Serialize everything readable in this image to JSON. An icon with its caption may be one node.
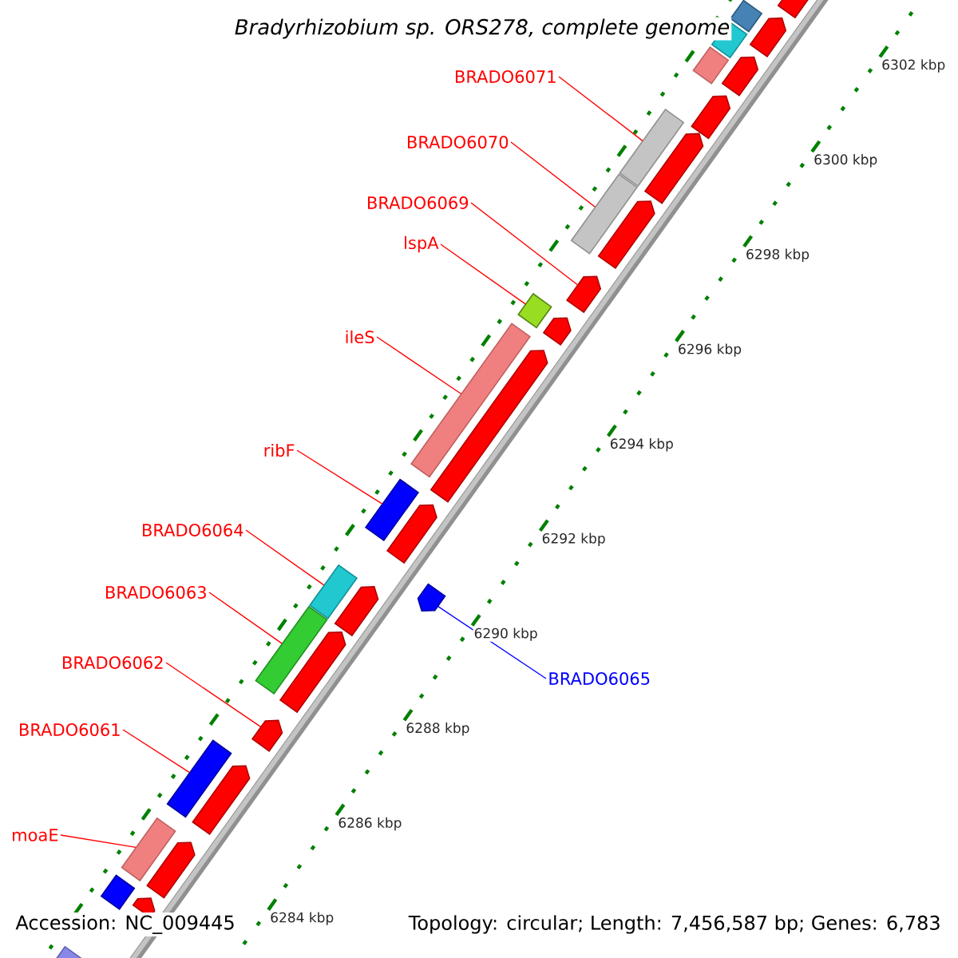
{
  "diagram": {
    "title": "Bradyrhizobium sp. ORS278, complete genome",
    "nodes": [
      {
        "text": [
          "BRADO6071"
        ]
      },
      {
        "text": [
          "BRADO6070"
        ]
      },
      {
        "text": [
          "BRADO6069"
        ]
      },
      {
        "text": [
          "lspA"
        ]
      },
      {
        "text": [
          "ileS"
        ]
      },
      {
        "text": [
          "ribF"
        ]
      },
      {
        "text": [
          "BRADO6064"
        ]
      },
      {
        "text": [
          "BRADO6063"
        ]
      },
      {
        "text": [
          "BRADO6062"
        ]
      },
      {
        "text": [
          "BRADO6065"
        ]
      },
      {
        "text": [
          "BRADO6061"
        ]
      },
      {
        "text": [
          "moaE"
        ]
      },
      {
        "text": [],
        "shape": "bar"
      },
      {
        "text": [],
        "shape": "bar"
      },
      {
        "text": [],
        "shape": "pentagon"
      },
      {
        "text": [],
        "shape": "bar"
      },
      {
        "text": [],
        "shape": "bar"
      },
      {
        "text": [],
        "shape": "bar"
      },
      {
        "text": [],
        "shape": "bar"
      },
      {
        "text": [],
        "shape": "bar"
      },
      {
        "text": [],
        "shape": "pentagon"
      },
      {
        "text": [],
        "shape": "pentagon"
      },
      {
        "text": [],
        "shape": "bar"
      },
      {
        "text": [],
        "shape": "bar"
      },
      {
        "text": [],
        "shape": "pentagon"
      },
      {
        "text": [],
        "shape": "bar"
      },
      {
        "text": [],
        "shape": "pentagon"
      },
      {
        "text": [],
        "shape": "bar"
      },
      {
        "text": [],
        "shape": "pentagon"
      },
      {
        "text": [],
        "shape": "bar"
      },
      {
        "text": [],
        "shape": "pentagon"
      },
      {
        "text": [],
        "shape": "pentagon"
      },
      {
        "text": [],
        "shape": "pentagon"
      },
      {
        "text": [],
        "shape": "pentagon"
      },
      {
        "text": [],
        "shape": "pentagon"
      },
      {
        "text": [],
        "shape": "pentagon"
      },
      {
        "text": [],
        "shape": "pentagon"
      },
      {
        "text": [],
        "shape": "pentagon"
      },
      {
        "text": [],
        "shape": "pentagon"
      },
      {
        "text": [],
        "shape": "pentagon"
      },
      {
        "text": [],
        "shape": "pentagon"
      },
      {
        "text": [],
        "shape": "bar"
      },
      {
        "text": [],
        "shape": "bar"
      }
    ],
    "edges": [
      {
        "from": 0,
        "to": 12,
        "arrow": "none"
      },
      {
        "from": 1,
        "to": 13,
        "arrow": "none"
      },
      {
        "from": 2,
        "to": 14,
        "arrow": "none"
      },
      {
        "from": 3,
        "to": 15,
        "arrow": "none"
      },
      {
        "from": 4,
        "to": 16,
        "arrow": "none"
      },
      {
        "from": 5,
        "to": 17,
        "arrow": "none"
      },
      {
        "from": 6,
        "to": 18,
        "arrow": "none"
      },
      {
        "from": 7,
        "to": 19,
        "arrow": "none"
      },
      {
        "from": 8,
        "to": 20,
        "arrow": "none"
      },
      {
        "from": 9,
        "to": 21,
        "arrow": "none",
        "color": "#0000ff"
      },
      {
        "from": 10,
        "to": 22,
        "arrow": "none"
      },
      {
        "from": 11,
        "to": 23,
        "arrow": "none"
      }
    ],
    "labels": [
      "6302 kbp",
      "6300 kbp",
      "6298 kbp",
      "6296 kbp",
      "6294 kbp",
      "6292 kbp",
      "6290 kbp",
      "6288 kbp",
      "6286 kbp",
      "6284 kbp",
      "Accession: NC_009445",
      "Topology: circular; Length: 7,456,587 bp; Genes: 6,783"
    ]
  }
}
